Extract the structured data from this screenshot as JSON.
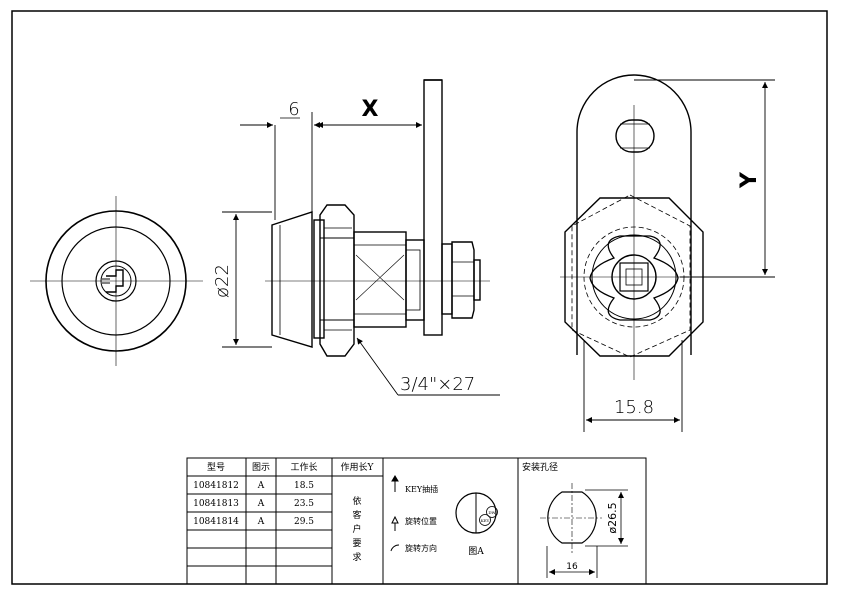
{
  "drawing": {
    "dims": {
      "six": "6",
      "x": "X",
      "y": "Y",
      "dia22": "ø22",
      "thread": "3/4\"×27",
      "w158": "15.8"
    },
    "table": {
      "headers": [
        "型号",
        "图示",
        "工作长",
        "作用长Y"
      ],
      "rows": [
        {
          "model": "10841812",
          "fig": "A",
          "len": "18.5"
        },
        {
          "model": "10841813",
          "fig": "A",
          "len": "23.5"
        },
        {
          "model": "10841814",
          "fig": "A",
          "len": "29.5"
        }
      ],
      "note_chars": [
        "依",
        "客",
        "户",
        "要",
        "求"
      ]
    },
    "legend": {
      "key": "KEY抽插",
      "rot_pos": "旋转位置",
      "rot_dir": "旋转方向",
      "fig": "图A",
      "tag_dw": "DW",
      "tag_key": "KEY"
    },
    "hole": {
      "title": "安装孔径",
      "dia": "ø26.5",
      "width": "16"
    }
  }
}
